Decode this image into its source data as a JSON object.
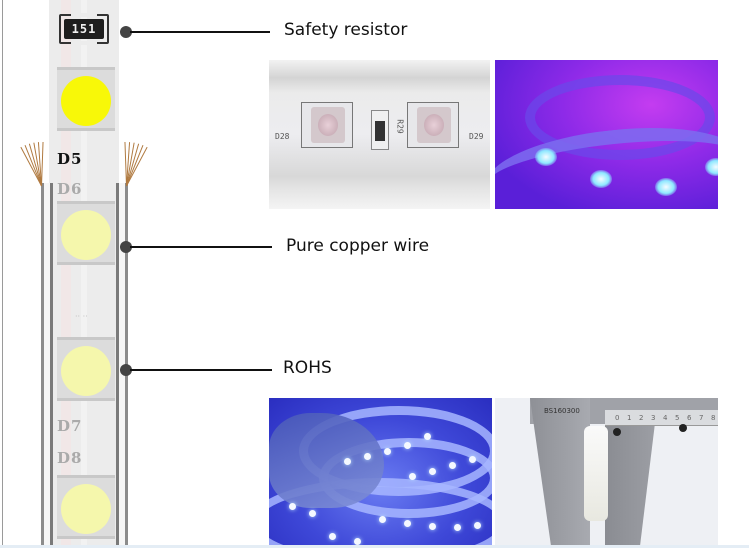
{
  "strip": {
    "resistor_code": "151",
    "led_labels": [
      "D5",
      "D6",
      "D7",
      "D8"
    ]
  },
  "callouts": [
    {
      "label": "Safety resistor"
    },
    {
      "label": "Pure copper wire"
    },
    {
      "label": "ROHS"
    }
  ],
  "photos": {
    "top_left": {
      "subject": "close-up of strip with SMD LEDs and resistor",
      "text_marks": [
        "D28",
        "R29",
        "D29"
      ]
    },
    "top_right": {
      "subject": "purple-lit flexible LED strip loop"
    },
    "bottom_left": {
      "subject": "hand holding blue-lit LED strip coils"
    },
    "bottom_right": {
      "subject": "caliper measuring strip cross-section",
      "caliper_brand": "BS160300",
      "scale_ticks": [
        "0",
        "1",
        "2",
        "3",
        "4",
        "5",
        "6",
        "7",
        "8"
      ]
    }
  },
  "colors": {
    "led_yellow": "#f8f808",
    "led_pale": "#f5f7ac",
    "strip_body": "#ececec",
    "callout_line": "#111111"
  }
}
